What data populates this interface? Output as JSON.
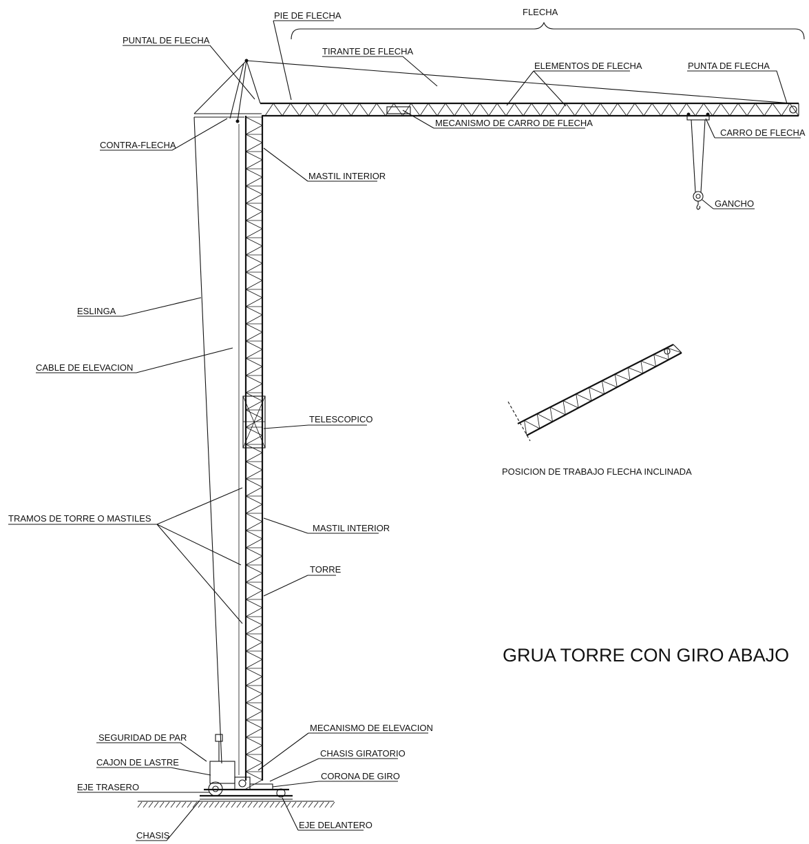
{
  "title": "GRUA TORRE CON GIRO ABAJO",
  "labels": {
    "flecha": "FLECHA",
    "pie_de_flecha": "PIE DE FLECHA",
    "puntal_de_flecha": "PUNTAL DE FLECHA",
    "tirante_de_flecha": "TIRANTE DE FLECHA",
    "elementos_de_flecha": "ELEMENTOS DE FLECHA",
    "punta_de_flecha": "PUNTA DE FLECHA",
    "carro_de_flecha": "CARRO DE FLECHA",
    "mecanismo_de_carro_de_flecha": "MECANISMO DE CARRO DE FLECHA",
    "contra_flecha": "CONTRA-FLECHA",
    "mastil_interior_top": "MASTIL INTERIOR",
    "gancho": "GANCHO",
    "eslinga": "ESLINGA",
    "cable_de_elevacion": "CABLE DE ELEVACION",
    "telescopico": "TELESCOPICO",
    "tramos_de_torre": "TRAMOS DE TORRE O MASTILES",
    "mastil_interior_bottom": "MASTIL INTERIOR",
    "torre": "TORRE",
    "mecanismo_de_elevacion": "MECANISMO DE ELEVACION",
    "seguridad_de_par": "SEGURIDAD DE PAR",
    "chasis_giratorio": "CHASIS GIRATORIO",
    "cajon_de_lastre": "CAJON DE LASTRE",
    "corona_de_giro": "CORONA DE GIRO",
    "eje_trasero": "EJE TRASERO",
    "chasis": "CHASIS",
    "eje_delantero": "EJE DELANTERO",
    "posicion_inclinada": "POSICION DE TRABAJO FLECHA INCLINADA"
  }
}
